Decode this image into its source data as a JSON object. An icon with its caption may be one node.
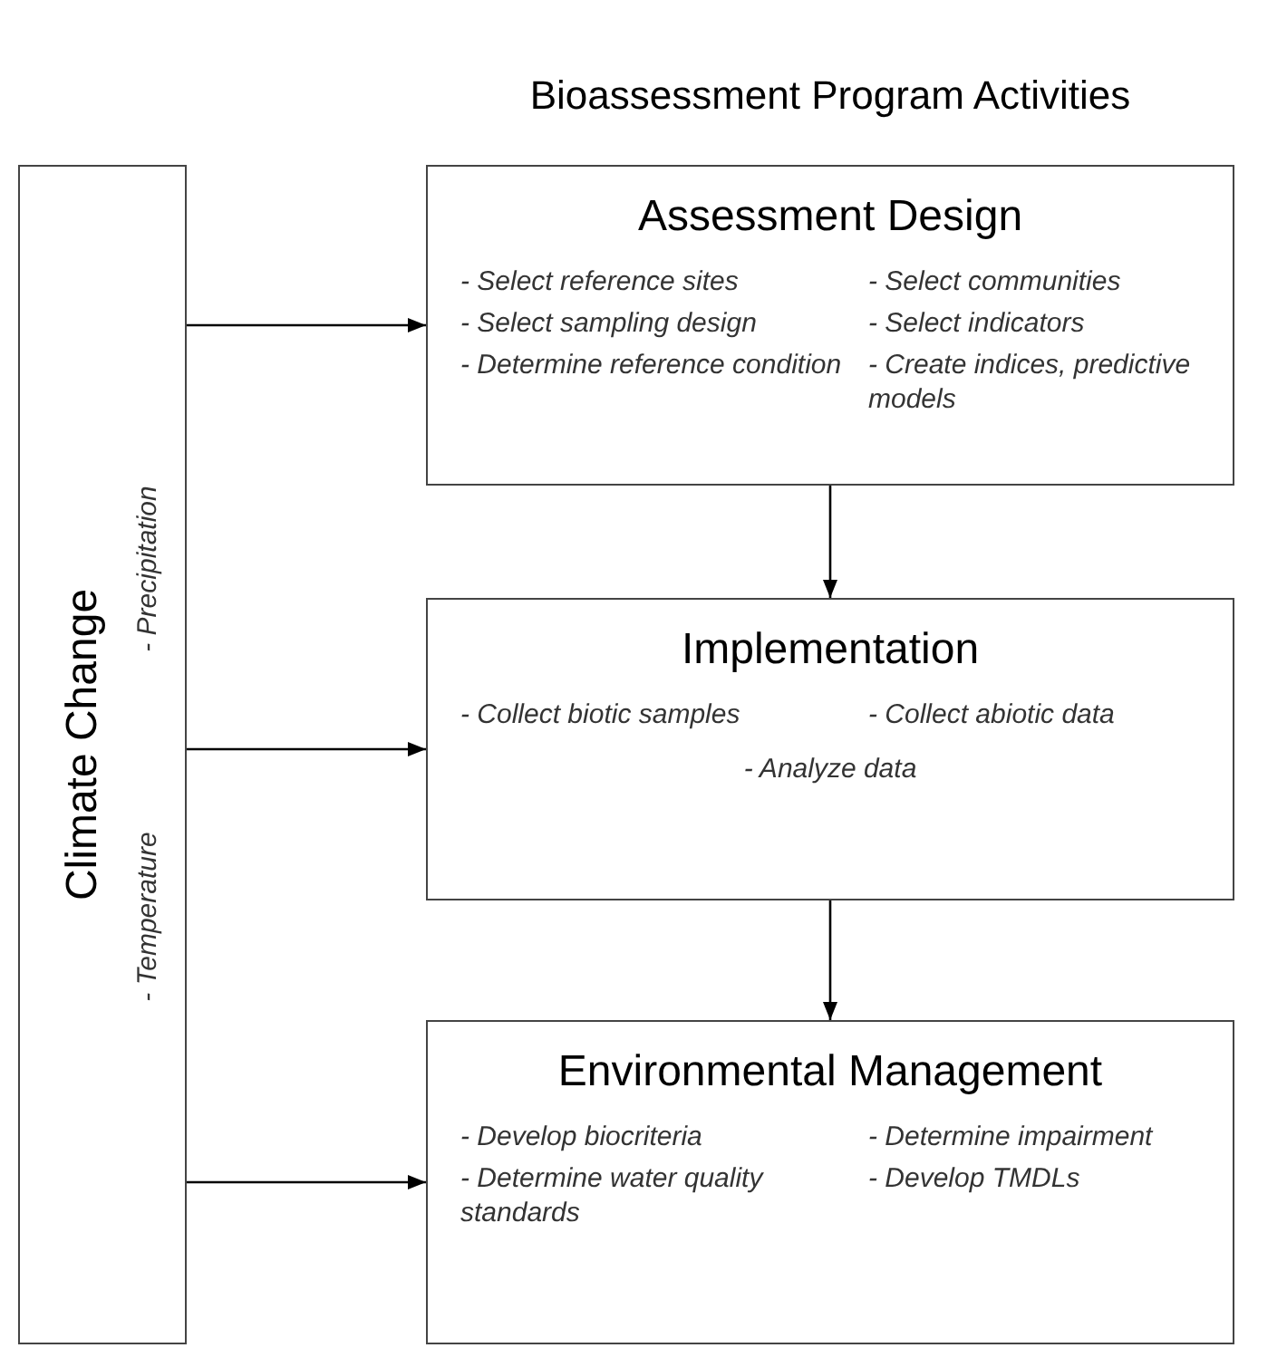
{
  "diagram": {
    "title": "Bioassessment Program Activities",
    "nodes": [
      {
        "text": [
          "Climate Change",
          "- Precipitation",
          "- Temperature"
        ]
      },
      {
        "text": [
          "Assessment Design",
          "- Select reference sites",
          "- Select communities",
          "- Select sampling design",
          "- Select indicators",
          "- Determine reference condition",
          "- Create indices, predictive models"
        ]
      },
      {
        "text": [
          "Implementation",
          "- Collect biotic samples",
          "- Collect abiotic data",
          "- Analyze data"
        ]
      },
      {
        "text": [
          "Environmental Management",
          "- Develop biocriteria",
          "- Determine impairment",
          "- Determine water quality standards",
          "- Develop TMDLs"
        ]
      }
    ],
    "edges": [
      {
        "from": 0,
        "to": 1,
        "arrow": "to"
      },
      {
        "from": 0,
        "to": 2,
        "arrow": "to"
      },
      {
        "from": 0,
        "to": 3,
        "arrow": "to"
      },
      {
        "from": 1,
        "to": 2,
        "arrow": "to"
      },
      {
        "from": 2,
        "to": 3,
        "arrow": "to"
      }
    ]
  }
}
